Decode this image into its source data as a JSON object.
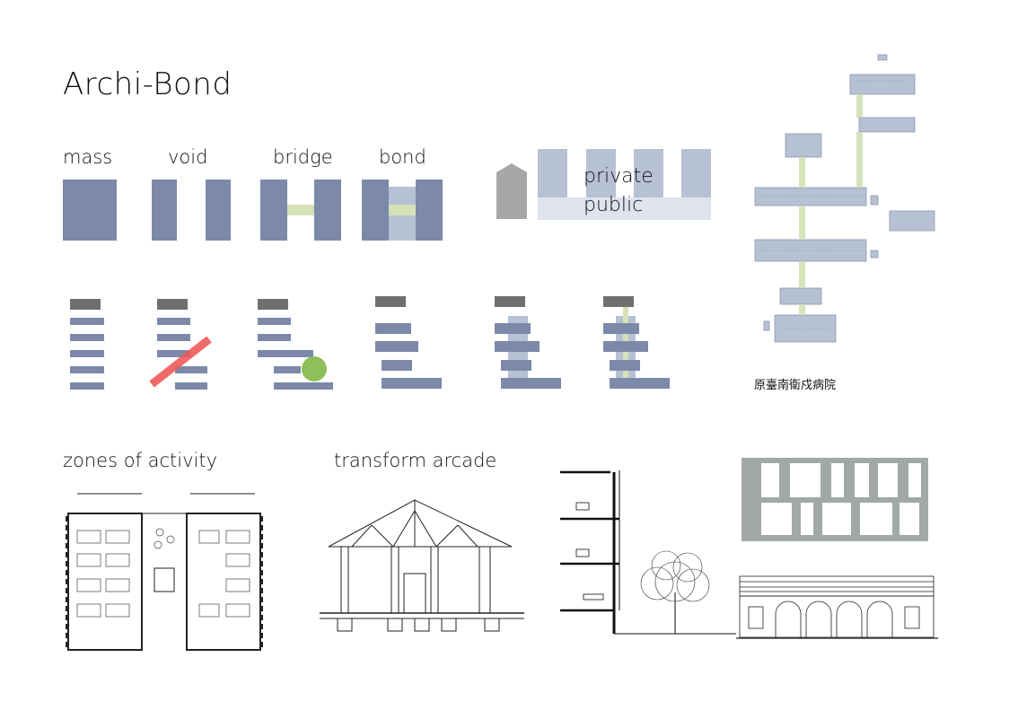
{
  "title": "Archi-Bond",
  "concepts": {
    "mass": "mass",
    "void": "void",
    "bridge": "bridge",
    "bond": "bond"
  },
  "zoning": {
    "private": "private",
    "public": "public"
  },
  "site_caption": "原臺南衛戍病院",
  "sections": {
    "zones": "zones of activity",
    "arcade": "transform arcade"
  },
  "colors": {
    "mass": "#7c89a8",
    "light": "#b7c1d4",
    "bridge": "#d5e2b8",
    "head": "#6f6f6f",
    "cross": "#f05a5a",
    "circle": "#8fbf5a",
    "facade": "#a2a9a4"
  }
}
